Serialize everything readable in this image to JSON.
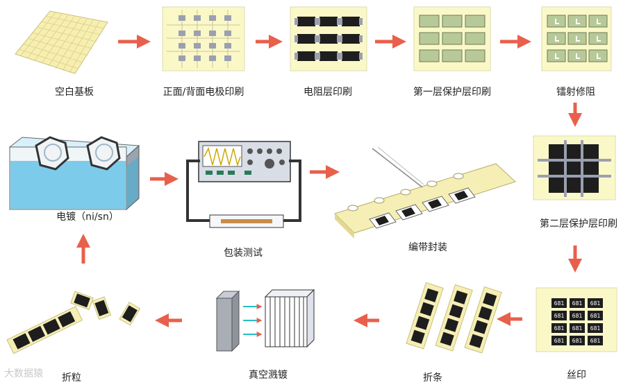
{
  "steps": [
    {
      "label": "空白基板"
    },
    {
      "label": "正面/背面电极印刷"
    },
    {
      "label": "电阻层印刷"
    },
    {
      "label": "第一层保护层印刷"
    },
    {
      "label": "镭射修阻"
    },
    {
      "label": "第二层保护层印刷"
    },
    {
      "label": "丝印"
    },
    {
      "label": "折条"
    },
    {
      "label": "真空溅镀"
    },
    {
      "label": "折粒"
    },
    {
      "label": "电镀（ni/sn）"
    },
    {
      "label": "包装测试"
    },
    {
      "label": "编带封装"
    }
  ],
  "marking_code": "681",
  "watermark": "大数据猿",
  "colors": {
    "arrow": "#e8604c",
    "panel": "#fbf8c8",
    "panel_border": "#dedbb0",
    "dark": "#1e1e1e",
    "resistor_green": "#b7c998",
    "water": "#6fc6e8"
  }
}
